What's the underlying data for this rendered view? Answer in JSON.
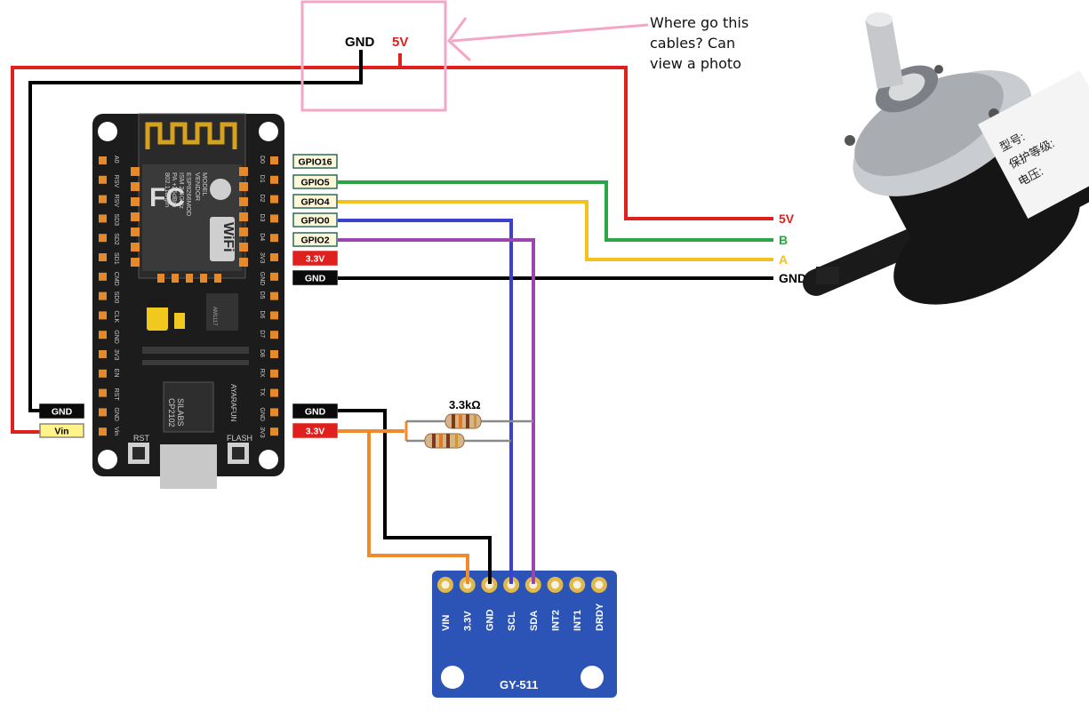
{
  "question_box": {
    "gnd_label": "GND",
    "v5_label": "5V"
  },
  "annotation": {
    "line1": "Where go this",
    "line2": "cables? Can",
    "line3": "view a photo"
  },
  "board": {
    "right_pins": [
      {
        "label": "GPIO16",
        "type": "gpio"
      },
      {
        "label": "GPIO5",
        "type": "gpio"
      },
      {
        "label": "GPIO4",
        "type": "gpio"
      },
      {
        "label": "GPIO0",
        "type": "gpio"
      },
      {
        "label": "GPIO2",
        "type": "gpio"
      },
      {
        "label": "3.3V",
        "type": "power"
      },
      {
        "label": "GND",
        "type": "ground"
      }
    ],
    "right_pins_low": [
      {
        "label": "GND",
        "type": "ground"
      },
      {
        "label": "3.3V",
        "type": "power"
      }
    ],
    "left_pins_low": [
      {
        "label": "GND",
        "type": "ground"
      },
      {
        "label": "Vin",
        "type": "vin"
      }
    ],
    "silk_left": [
      "A0",
      "RSV",
      "RSV",
      "SD3",
      "SD2",
      "SD1",
      "CMD",
      "SD0",
      "CLK",
      "GND",
      "3V3",
      "EN",
      "RST",
      "GND",
      "Vin"
    ],
    "silk_right": [
      "D0",
      "D1",
      "D2",
      "D3",
      "D4",
      "3V3",
      "GND",
      "D5",
      "D6",
      "D7",
      "D8",
      "RX",
      "TX",
      "GND",
      "3V3"
    ],
    "module_text": [
      "MODEL",
      "VENDOR",
      "ESP8266MOD",
      "ISM 2.4GHz",
      "PA +25dBm",
      "802.11b/g/n"
    ],
    "wifi_text": "WiFi",
    "chip_text": [
      "SILABS",
      "CP2102"
    ],
    "maker_text": "AYARAFUN",
    "reg_text": "AM1117",
    "rst_label": "RST",
    "flash_label": "FLASH"
  },
  "encoder_wires": [
    {
      "label": "5V",
      "color": "#e0201c"
    },
    {
      "label": "B",
      "color": "#2aa646"
    },
    {
      "label": "A",
      "color": "#f4c21e"
    },
    {
      "label": "GND",
      "color": "#000000"
    }
  ],
  "resistor_label": "3.3kΩ",
  "gy511": {
    "pins": [
      "VIN",
      "3.3V",
      "GND",
      "SCL",
      "SDA",
      "INT2",
      "INT1",
      "DRDY"
    ],
    "name": "GY-511"
  },
  "encoder_photo": {
    "line1": "型号:",
    "line2": "保护等级:",
    "line3": "电压:"
  },
  "colors": {
    "red": "#e0201c",
    "black": "#000000",
    "green": "#2aa646",
    "yellow": "#f4c21e",
    "blue": "#3c3fd0",
    "purple": "#9b46b0",
    "orange": "#f08a2c",
    "pink": "#f4a6c6"
  }
}
